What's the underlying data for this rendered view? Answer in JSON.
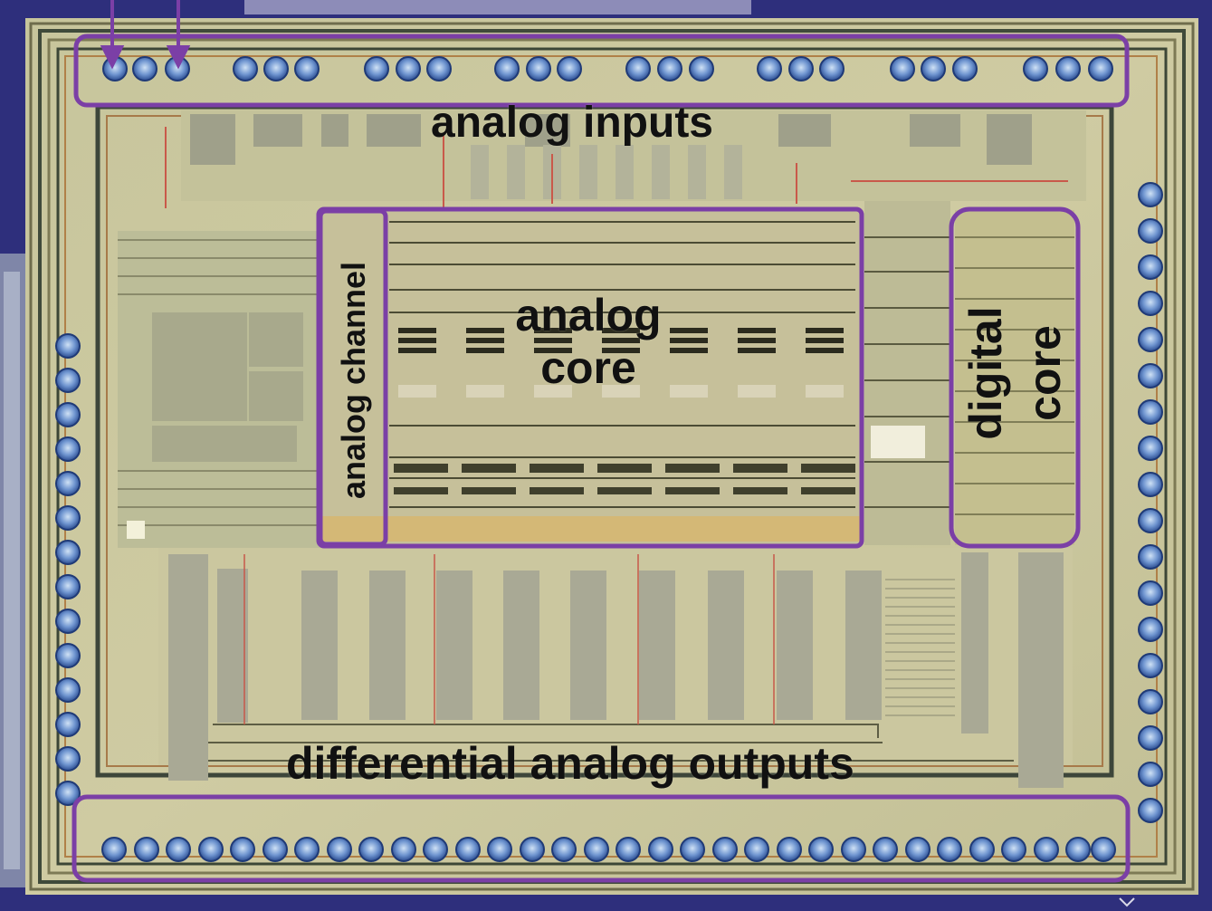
{
  "labels": {
    "analog_inputs": "analog inputs",
    "analog_core_line1": "analog",
    "analog_core_line2": "core",
    "analog_channel": "analog channel",
    "digital_core_line1": "digital",
    "digital_core_line2": "core",
    "differential_outputs": "differential analog outputs"
  },
  "colors": {
    "annotation_purple": "#7b3fa6",
    "die_background": "#c9c59b",
    "substrate": "#2e2f7c",
    "pad_blue": "#5a7fc4"
  }
}
